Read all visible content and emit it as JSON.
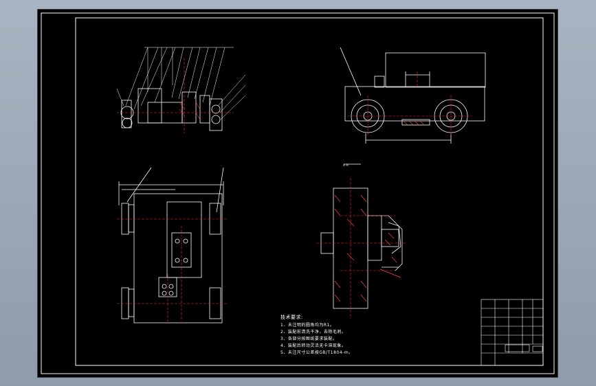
{
  "drawing": {
    "section_label": "A-A",
    "notes_title": "技术要求:",
    "notes": [
      "1、未注明的圆角均为R1。",
      "2、装配前清洗干净，去除毛刺。",
      "3、各部分按图纸要求装配。",
      "4、装配后转动灵活无卡滞现象。",
      "5、未注尺寸公差按GB/T1804-m。"
    ]
  },
  "colors": {
    "background": "#000000",
    "line": "#ffffff",
    "centerline": "#ff2020",
    "hatch": "#ff4040"
  }
}
